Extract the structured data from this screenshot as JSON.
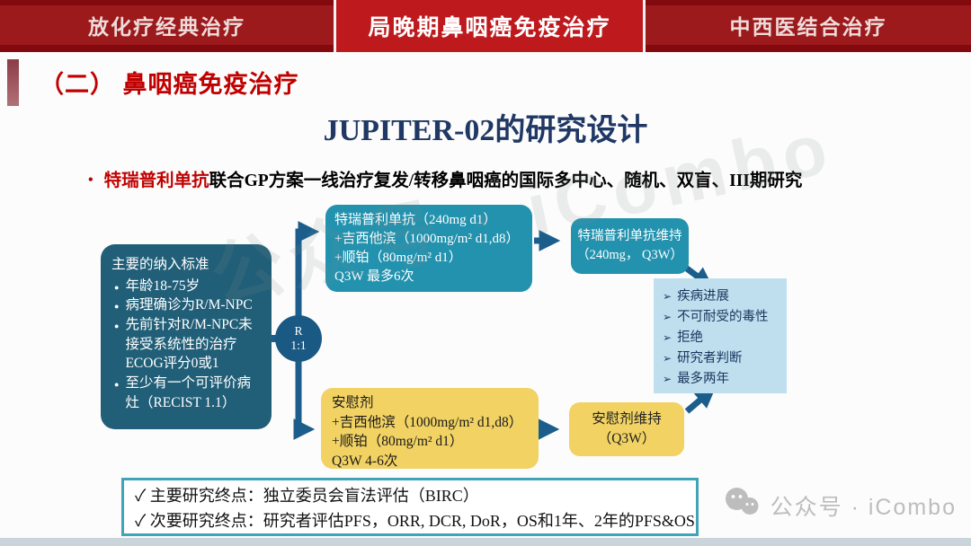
{
  "colors": {
    "tab_active_bg": "#be1a1e",
    "tab_inactive_bg": "#9c191c",
    "heading_red": "#c00000",
    "title_navy": "#1f3864",
    "inclusion_teal": "#215f78",
    "treatment_teal": "#2292ae",
    "randomization_blue": "#1a5984",
    "arrow_blue": "#1b5e8c",
    "placebo_yellow": "#f1d263",
    "discontinue_blue": "#bfdfef",
    "endpoint_border_teal": "#41a3b8",
    "watermark_gray": "#bdbdbd"
  },
  "icons": {
    "dot_bullet": "•",
    "round_bullet": "●",
    "arrow_bullet": "➢"
  },
  "tabs": [
    {
      "label": "放化疗经典治疗",
      "active": false
    },
    {
      "label": "局晚期鼻咽癌免疫治疗",
      "active": true
    },
    {
      "label": "中西医结合治疗",
      "active": false
    }
  ],
  "section_heading": "（二） 鼻咽癌免疫治疗",
  "title": "JUPITER-02的研究设计",
  "study_bullet": {
    "highlight": "特瑞普利单抗",
    "rest": "联合GP方案一线治疗复发/转移鼻咽癌的国际多中心、随机、双盲、III期研究"
  },
  "diagram": {
    "inclusion": {
      "title": "主要的纳入标准",
      "items": [
        "年龄18-75岁",
        "病理确诊为R/M-NPC",
        "先前针对R/M-NPC未接受系统性的治疗 ECOG评分0或1",
        "至少有一个可评价病灶（RECIST 1.1）"
      ]
    },
    "randomization": {
      "top": "R",
      "bottom": "1:1"
    },
    "arm1": {
      "lines": [
        "特瑞普利单抗（240mg d1）",
        "+吉西他滨（1000mg/m² d1,d8）",
        "+顺铂（80mg/m² d1）",
        "Q3W 最多6次"
      ]
    },
    "arm1_maintenance": {
      "lines": [
        "特瑞普利单抗维持",
        "（240mg， Q3W）"
      ]
    },
    "arm2": {
      "lines": [
        "安慰剂",
        "+吉西他滨（1000mg/m² d1,d8）",
        "+顺铂（80mg/m² d1）",
        "Q3W 4-6次"
      ]
    },
    "arm2_maintenance": {
      "lines": [
        "安慰剂维持",
        "（Q3W）"
      ]
    },
    "discontinuation": {
      "items": [
        "疾病进展",
        "不可耐受的毒性",
        "拒绝",
        "研究者判断",
        "最多两年"
      ]
    }
  },
  "endpoints": {
    "lines": [
      "✓ 主要研究终点：独立委员会盲法评估（BIRC）",
      "✓ 次要研究终点：研究者评估PFS，ORR, DCR, DoR，OS和1年、2年的PFS&OS"
    ]
  },
  "watermark": {
    "text": "公众号 · iCombo"
  },
  "diagonal_watermark": "公众号 · iCombo"
}
